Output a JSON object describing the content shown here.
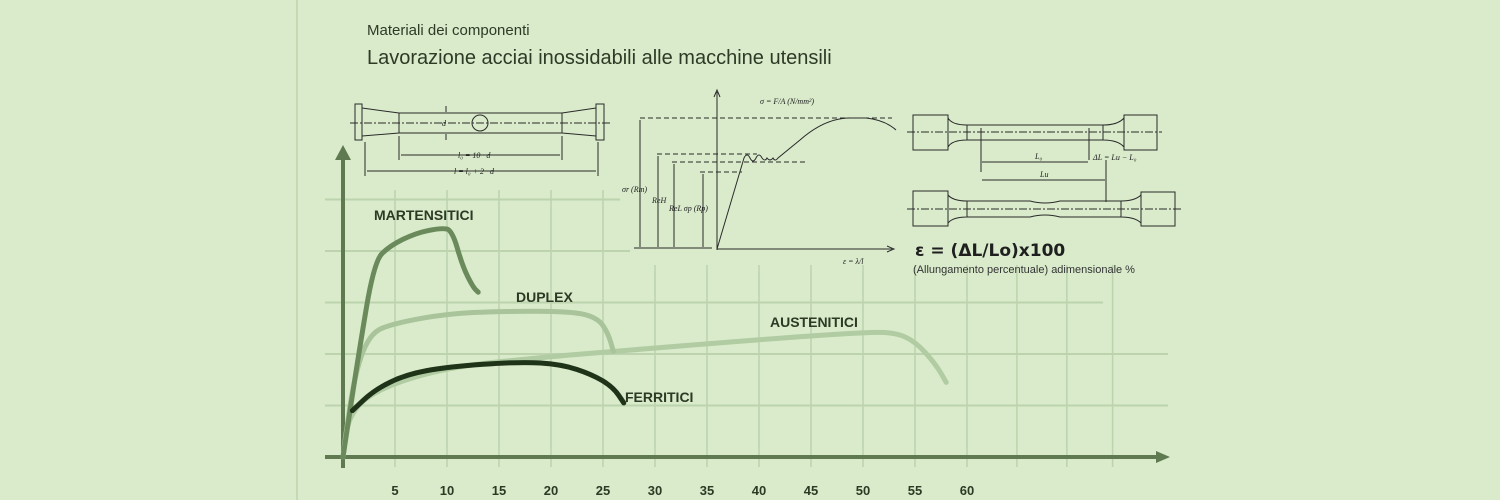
{
  "header": {
    "subtitle": "Materiali dei componenti",
    "title": "Lavorazione acciai inossidabili alle macchine utensili"
  },
  "insets": {
    "specimen": {
      "d_label": "d",
      "l0_label": "l₀ = 10 · d",
      "l_label": "l = l₀ + 2 · d"
    },
    "stress_strain": {
      "y_label": "σ = F/A (N/mm²)",
      "x_label": "ε = λ/l",
      "rm_label": "σr (Rm)",
      "reh_label": "ReH",
      "rel_label": "ReL σp (Rp)"
    },
    "elongation": {
      "l0_label": "L₀",
      "dl_label": "ΔL = Lu − L₀",
      "lu_label": "Lu",
      "formula": "ε = (ΔL/Lo)x100",
      "note": "(Allungamento percentuale) adimensionale %"
    }
  },
  "colors": {
    "martensitici": "#6b8a5c",
    "duplex": "#a9c49a",
    "austenitici": "#b1cba3",
    "ferritici": "#1e3318",
    "axis": "#5f7a50",
    "grid": "#bcd3ae"
  },
  "chart_data": {
    "type": "line",
    "title": "",
    "xlabel": "",
    "ylabel": "",
    "xlim": [
      0,
      78
    ],
    "ylim": [
      0,
      6
    ],
    "grid": true,
    "x_ticks": [
      5,
      10,
      15,
      20,
      25,
      30,
      35,
      40,
      45,
      50,
      55,
      60
    ],
    "series": [
      {
        "name": "MARTENSITICI",
        "x": [
          0,
          1.5,
          3,
          4.5,
          7,
          9.5,
          10.5,
          11.5,
          12.5,
          13
        ],
        "y": [
          0,
          2.0,
          3.8,
          4.1,
          4.35,
          4.45,
          4.4,
          3.7,
          3.3,
          3.2
        ]
      },
      {
        "name": "DUPLEX",
        "x": [
          0,
          1,
          2.5,
          5,
          10,
          15,
          22,
          24.5,
          25.5,
          26
        ],
        "y": [
          0,
          1.5,
          2.4,
          2.6,
          2.78,
          2.83,
          2.83,
          2.7,
          2.4,
          2.05
        ]
      },
      {
        "name": "AUSTENITICI",
        "x": [
          0,
          0.5,
          3,
          10,
          20,
          26,
          40,
          50,
          53,
          55,
          57,
          58
        ],
        "y": [
          0,
          0.8,
          1.3,
          1.75,
          1.95,
          2.05,
          2.28,
          2.42,
          2.42,
          2.25,
          1.8,
          1.45
        ]
      },
      {
        "name": "FERRITICI",
        "x": [
          0.9,
          3,
          6,
          10,
          17,
          21,
          24,
          26,
          27
        ],
        "y": [
          0.9,
          1.3,
          1.6,
          1.75,
          1.85,
          1.8,
          1.6,
          1.35,
          1.05
        ]
      }
    ],
    "labels": [
      "MARTENSITICI",
      "DUPLEX",
      "AUSTENITICI",
      "FERRITICI"
    ]
  }
}
